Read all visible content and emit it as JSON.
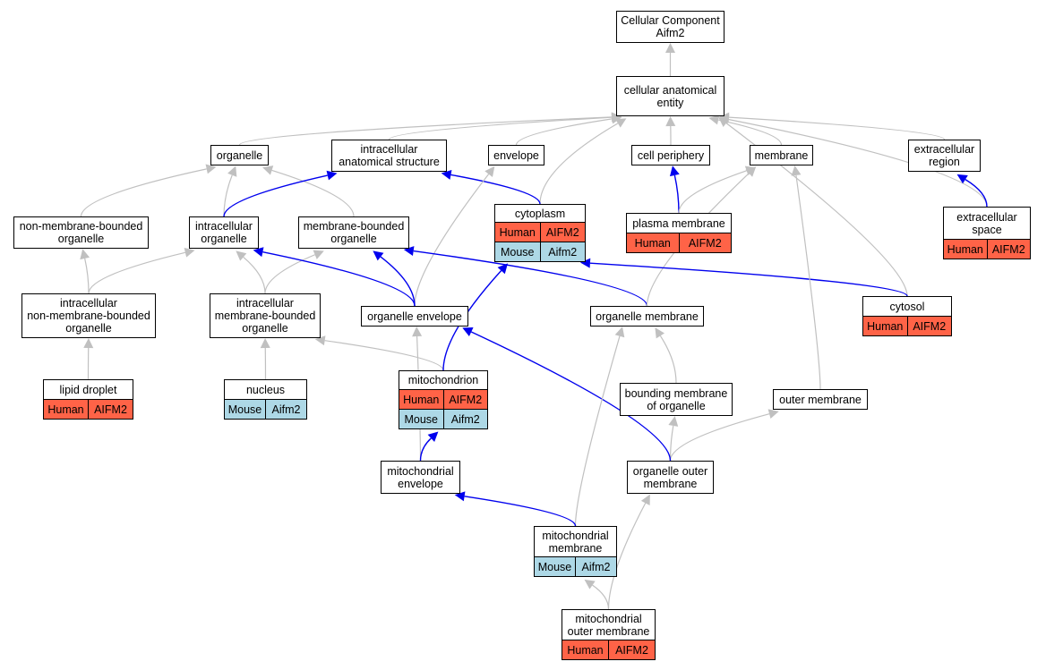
{
  "colors": {
    "gray_edge": "#c0c0c0",
    "blue_edge": "#0000ee",
    "human": "#ff6347",
    "mouse": "#add8e6"
  },
  "nodes": {
    "root": {
      "label": "Cellular Component\nAifm2"
    },
    "cae": {
      "label": "cellular anatomical\nentity"
    },
    "organelle": {
      "label": "organelle"
    },
    "ias": {
      "label": "intracellular\nanatomical structure"
    },
    "envelope": {
      "label": "envelope"
    },
    "periphery": {
      "label": "cell periphery"
    },
    "membrane": {
      "label": "membrane"
    },
    "extra_region": {
      "label": "extracellular\nregion"
    },
    "nmbo": {
      "label": "non-membrane-bounded\norganelle"
    },
    "intra_org": {
      "label": "intracellular\norganelle"
    },
    "mbo": {
      "label": "membrane-bounded\norganelle"
    },
    "cytoplasm": {
      "label": "cytoplasm",
      "species": [
        [
          "Human",
          "AIFM2"
        ],
        [
          "Mouse",
          "Aifm2"
        ]
      ]
    },
    "plasma": {
      "label": "plasma membrane",
      "species": [
        [
          "Human",
          "AIFM2"
        ]
      ]
    },
    "extra_space": {
      "label": "extracellular\nspace",
      "species": [
        [
          "Human",
          "AIFM2"
        ]
      ]
    },
    "inmbo": {
      "label": "intracellular\nnon-membrane-bounded\norganelle"
    },
    "imbo": {
      "label": "intracellular\nmembrane-bounded\norganelle"
    },
    "org_env": {
      "label": "organelle envelope"
    },
    "org_mem": {
      "label": "organelle membrane"
    },
    "cytosol": {
      "label": "cytosol",
      "species": [
        [
          "Human",
          "AIFM2"
        ]
      ]
    },
    "lipid": {
      "label": "lipid droplet",
      "species": [
        [
          "Human",
          "AIFM2"
        ]
      ]
    },
    "nucleus": {
      "label": "nucleus",
      "species": [
        [
          "Mouse",
          "Aifm2"
        ]
      ]
    },
    "mito": {
      "label": "mitochondrion",
      "species": [
        [
          "Human",
          "AIFM2"
        ],
        [
          "Mouse",
          "Aifm2"
        ]
      ]
    },
    "bounding": {
      "label": "bounding membrane\nof organelle"
    },
    "outer": {
      "label": "outer membrane"
    },
    "mito_env": {
      "label": "mitochondrial\nenvelope"
    },
    "org_outer": {
      "label": "organelle outer\nmembrane"
    },
    "mito_mem": {
      "label": "mitochondrial\nmembrane",
      "species": [
        [
          "Mouse",
          "Aifm2"
        ]
      ]
    },
    "mito_outer": {
      "label": "mitochondrial\nouter membrane",
      "species": [
        [
          "Human",
          "AIFM2"
        ]
      ]
    }
  },
  "edges": [
    {
      "from": "cae",
      "to": "root",
      "kind": "is_a"
    },
    {
      "from": "organelle",
      "to": "cae",
      "kind": "is_a"
    },
    {
      "from": "ias",
      "to": "cae",
      "kind": "is_a"
    },
    {
      "from": "envelope",
      "to": "cae",
      "kind": "is_a"
    },
    {
      "from": "periphery",
      "to": "cae",
      "kind": "is_a"
    },
    {
      "from": "membrane",
      "to": "cae",
      "kind": "is_a"
    },
    {
      "from": "extra_region",
      "to": "cae",
      "kind": "is_a"
    },
    {
      "from": "cytoplasm",
      "to": "cae",
      "kind": "is_a"
    },
    {
      "from": "extra_space",
      "to": "cae",
      "kind": "is_a"
    },
    {
      "from": "cytosol",
      "to": "cae",
      "kind": "is_a"
    },
    {
      "from": "nmbo",
      "to": "organelle",
      "kind": "is_a"
    },
    {
      "from": "intra_org",
      "to": "organelle",
      "kind": "is_a"
    },
    {
      "from": "mbo",
      "to": "organelle",
      "kind": "is_a"
    },
    {
      "from": "intra_org",
      "to": "ias",
      "kind": "part_of"
    },
    {
      "from": "cytoplasm",
      "to": "ias",
      "kind": "part_of"
    },
    {
      "from": "plasma",
      "to": "periphery",
      "kind": "part_of"
    },
    {
      "from": "plasma",
      "to": "membrane",
      "kind": "is_a"
    },
    {
      "from": "extra_space",
      "to": "extra_region",
      "kind": "part_of"
    },
    {
      "from": "inmbo",
      "to": "nmbo",
      "kind": "is_a"
    },
    {
      "from": "inmbo",
      "to": "intra_org",
      "kind": "is_a"
    },
    {
      "from": "imbo",
      "to": "intra_org",
      "kind": "is_a"
    },
    {
      "from": "imbo",
      "to": "mbo",
      "kind": "is_a"
    },
    {
      "from": "org_env",
      "to": "envelope",
      "kind": "is_a"
    },
    {
      "from": "org_env",
      "to": "intra_org",
      "kind": "part_of"
    },
    {
      "from": "org_env",
      "to": "mbo",
      "kind": "part_of"
    },
    {
      "from": "org_mem",
      "to": "mbo",
      "kind": "part_of"
    },
    {
      "from": "org_mem",
      "to": "membrane",
      "kind": "is_a"
    },
    {
      "from": "cytosol",
      "to": "cytoplasm",
      "kind": "part_of"
    },
    {
      "from": "lipid",
      "to": "inmbo",
      "kind": "is_a"
    },
    {
      "from": "nucleus",
      "to": "imbo",
      "kind": "is_a"
    },
    {
      "from": "mito",
      "to": "imbo",
      "kind": "is_a"
    },
    {
      "from": "mito",
      "to": "cytoplasm",
      "kind": "part_of"
    },
    {
      "from": "bounding",
      "to": "org_mem",
      "kind": "is_a"
    },
    {
      "from": "outer",
      "to": "membrane",
      "kind": "is_a"
    },
    {
      "from": "mito_env",
      "to": "org_env",
      "kind": "is_a"
    },
    {
      "from": "mito_env",
      "to": "mito",
      "kind": "part_of"
    },
    {
      "from": "org_outer",
      "to": "bounding",
      "kind": "is_a"
    },
    {
      "from": "org_outer",
      "to": "outer",
      "kind": "is_a"
    },
    {
      "from": "org_outer",
      "to": "org_env",
      "kind": "part_of"
    },
    {
      "from": "mito_mem",
      "to": "org_mem",
      "kind": "is_a"
    },
    {
      "from": "mito_mem",
      "to": "mito_env",
      "kind": "part_of"
    },
    {
      "from": "mito_outer",
      "to": "mito_mem",
      "kind": "is_a"
    },
    {
      "from": "mito_outer",
      "to": "org_outer",
      "kind": "is_a"
    }
  ]
}
